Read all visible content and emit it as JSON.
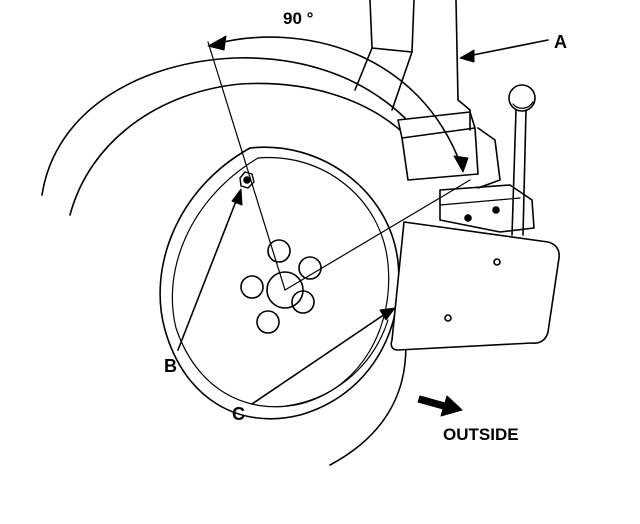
{
  "diagram": {
    "angle_label": "90 °",
    "labels": {
      "a": "A",
      "b": "B",
      "c": "C",
      "outside": "OUTSIDE"
    },
    "colors": {
      "ink": "#000000",
      "paper": "#ffffff"
    }
  }
}
